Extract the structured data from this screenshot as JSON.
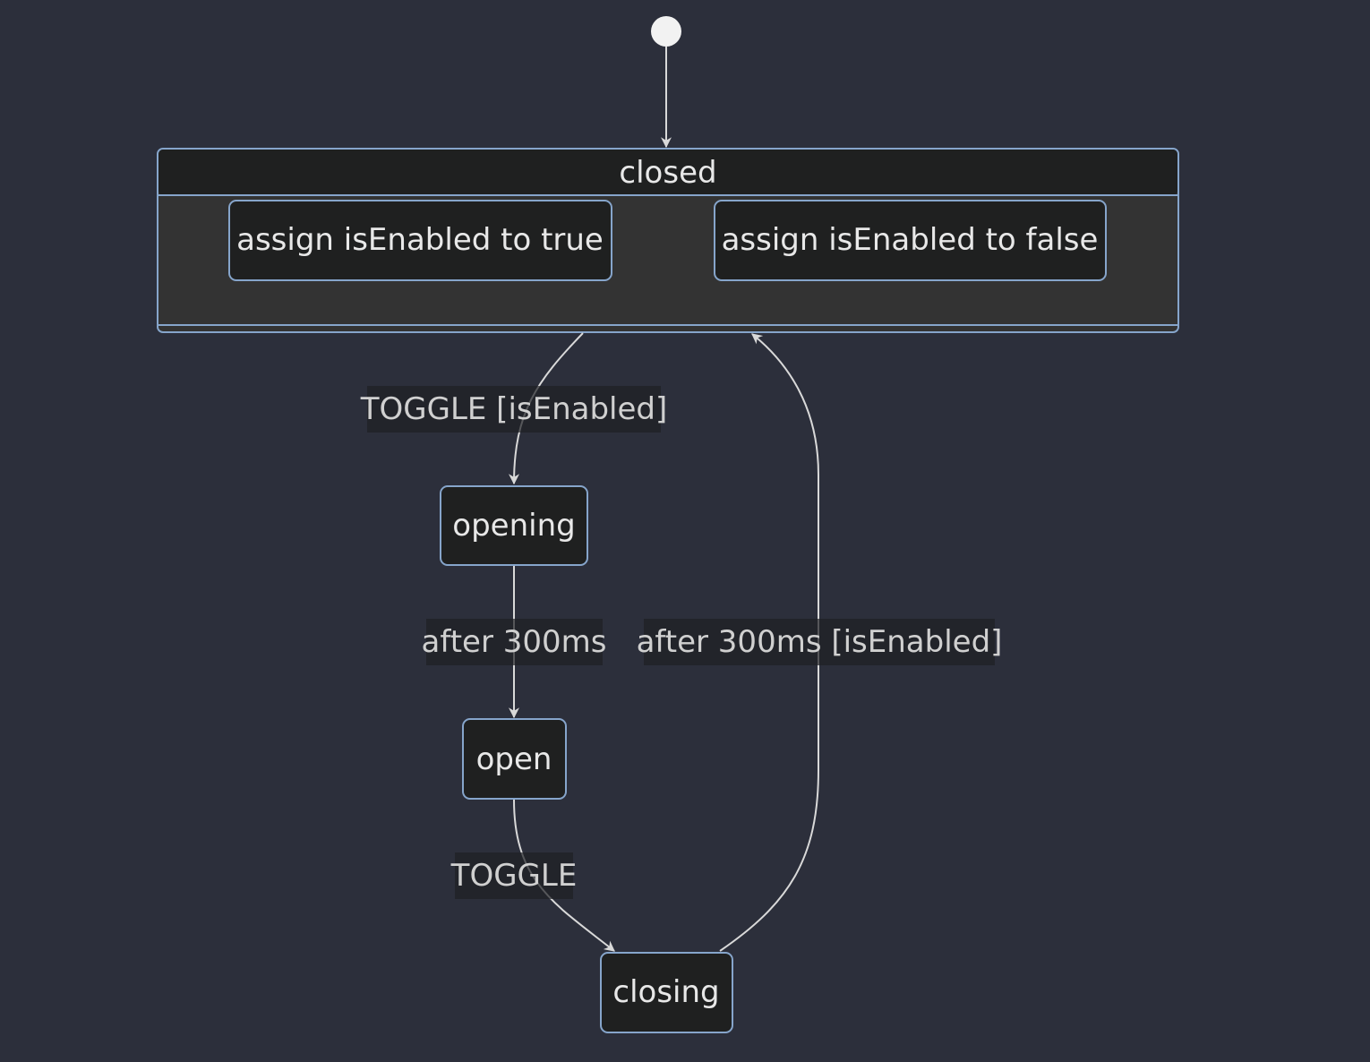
{
  "states": {
    "closed": "closed",
    "closed_action_1": "assign isEnabled to true",
    "closed_action_2": "assign isEnabled to false",
    "opening": "opening",
    "open": "open",
    "closing": "closing"
  },
  "transitions": {
    "closed_to_opening": "TOGGLE [isEnabled]",
    "opening_to_open": "after 300ms",
    "open_to_closing": "TOGGLE",
    "closing_to_closed": "after 300ms [isEnabled]"
  },
  "colors": {
    "background": "#2c2f3b",
    "node_fill": "#1f2020",
    "node_border": "#86a5cb",
    "composite_body": "#333333",
    "edge": "#d9d9d9",
    "text": "#e8e8e8"
  }
}
